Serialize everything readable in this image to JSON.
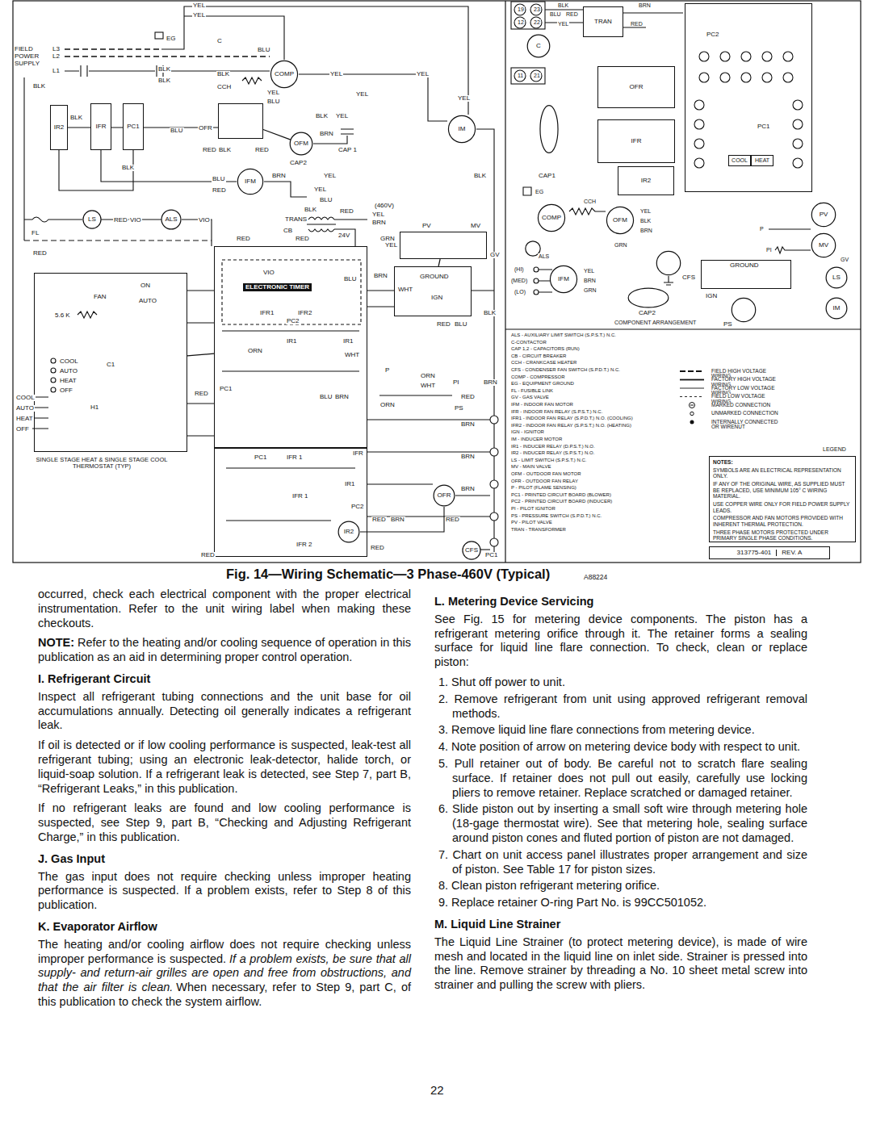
{
  "diagram": {
    "caption": "Fig. 14—Wiring Schematic—3 Phase-460V (Typical)",
    "nodes": [
      {
        "text": [
          "COMP"
        ]
      },
      {
        "text": [
          "IR2"
        ]
      },
      {
        "text": [
          "IFR"
        ]
      },
      {
        "text": [
          "PC1"
        ]
      },
      {
        "text": [
          "OFR"
        ]
      },
      {
        "text": [
          "IM"
        ]
      },
      {
        "text": [
          "OFM"
        ]
      },
      {
        "text": [
          "IFM"
        ]
      },
      {
        "text": [
          "LS"
        ]
      },
      {
        "text": [
          "ALS"
        ]
      },
      {
        "text": [
          "PV",
          "MV",
          "GV"
        ]
      },
      {
        "text": [
          "ELECTRONIC TIMER",
          "IFR1",
          "IFR2",
          "PC2",
          "IR1",
          "IR1",
          "ORN",
          "WHT",
          "PC1"
        ]
      },
      {
        "text": [
          "GROUND",
          "WHT",
          "IGN"
        ]
      },
      {
        "text": [
          "ON",
          "FAN",
          "AUTO",
          "5.6 K",
          "COOL",
          "AUTO",
          "HEAT",
          "OFF",
          "C1",
          "H1",
          "COOL",
          "AUTO",
          "HEAT",
          "OFF"
        ]
      },
      {
        "text": [
          "PC1",
          "IFR 1",
          "IFR",
          "IR1",
          "IFR 1",
          "PC2",
          "IFR 2"
        ]
      },
      {
        "text": [
          "OFR"
        ]
      },
      {
        "text": [
          "IR2"
        ]
      },
      {
        "text": [
          "CFS"
        ]
      },
      {
        "text": [
          "TRAN"
        ]
      },
      {
        "text": [
          "C"
        ]
      },
      {
        "text": [
          "PC2",
          "PC1"
        ]
      },
      {
        "text": [
          "COOL"
        ],
        "in": 20
      },
      {
        "text": [
          "HEAT"
        ],
        "in": 20
      },
      {
        "text": [
          "OFR"
        ]
      },
      {
        "text": [
          "CAP1"
        ]
      },
      {
        "text": [
          "IFR"
        ]
      },
      {
        "text": [
          "IR2"
        ]
      },
      {
        "text": [
          "COMP"
        ]
      },
      {
        "text": [
          "OFM"
        ]
      },
      {
        "text": [
          "PV"
        ]
      },
      {
        "text": [
          "MV"
        ]
      },
      {
        "text": [
          "ALS"
        ]
      },
      {
        "text": [
          "CFS"
        ]
      },
      {
        "text": [
          "GROUND",
          "IGN"
        ]
      },
      {
        "text": [
          "IFM"
        ]
      },
      {
        "text": [
          "LS"
        ]
      },
      {
        "text": [
          "CAP2"
        ]
      },
      {
        "text": [
          "PS"
        ]
      },
      {
        "text": [
          "IM"
        ]
      },
      {
        "text": [
          "NOTES:",
          "SYMBOLS ARE AN ELECTRICAL REPRESENTATION ONLY.",
          "IF ANY OF THE ORIGINAL WIRE, AS SUPPLIED MUST BE REPLACED, USE MINIMUM 105° C WIRING MATERIAL.",
          "USE COPPER WIRE ONLY FOR FIELD POWER SUPPLY LEADS.",
          "COMPRESSOR AND FAN MOTORS PROVIDED WITH INHERENT THERMAL PROTECTION.",
          "THREE PHASE MOTORS PROTECTED UNDER PRIMARY SINGLE PHASE CONDITIONS."
        ]
      },
      {
        "text": [
          "313775-401",
          "REV. A"
        ]
      }
    ],
    "edges": [
      {
        "from": 8,
        "to": 9,
        "arrow": "none"
      },
      {
        "from": 13,
        "to": 11,
        "arrow": "none"
      },
      {
        "from": 10,
        "to": 12,
        "arrow": "none"
      },
      {
        "from": 4,
        "to": 6,
        "arrow": "none"
      }
    ],
    "labels": [
      "FIELD",
      "POWER",
      "SUPPLY",
      "L3",
      "L2",
      "L1",
      "EG",
      "YEL",
      "YEL",
      "C",
      "BLU",
      "BLK",
      "BLK",
      "BLK",
      "BLK",
      "YEL",
      "YEL",
      "CCH",
      "YEL",
      "YEL",
      "YEL",
      "BLU",
      "BLK",
      "BLU",
      "BLK",
      "YEL",
      "BRN",
      "CAP 1",
      "RED",
      "BLK",
      "RED",
      "BLK",
      "CAP2",
      "BLK",
      "BLU",
      "RED",
      "BRN",
      "YEL",
      "YEL",
      "BLU",
      "(460V)",
      "BLK",
      "RED",
      "YEL",
      "BRN",
      "TRANS",
      "CB",
      "24V",
      "RED",
      "VIO",
      "VIO",
      "FL",
      "RED",
      "RED",
      "RED",
      "GRN",
      "YEL",
      "VIO",
      "BLU",
      "BRN",
      "P",
      "ORN",
      "WHT",
      "PI",
      "ORN",
      "PS",
      "RED",
      "BLU",
      "BRN",
      "BRN",
      "RED",
      "BLK",
      "RED",
      "BLU",
      "BRN",
      "BRN",
      "BRN",
      "RED",
      "BRN",
      "RED",
      "RED",
      "RED",
      "SINGLE STAGE HEAT & SINGLE STAGE COOL THERMOSTAT (TYP)",
      "PC1",
      "19",
      "23",
      "12",
      "22",
      "11",
      "21",
      "BLK",
      "BLU",
      "RED",
      "YEL",
      "BRN",
      "RED",
      "EG",
      "CCH",
      "YEL",
      "BLK",
      "BRN",
      "GRN",
      "(HI)",
      "(MED)",
      "(LO)",
      "YEL",
      "BRN",
      "GRN",
      "COMPONENT ARRANGEMENT",
      "P",
      "PI",
      "GV",
      "ALS - AUXILIARY LIMIT SWITCH (S.P.S.T.) N.C.",
      "C-CONTACTOR",
      "CAP 1,2 - CAPACITORS (RUN)",
      "CB - CIRCUIT BREAKER",
      "CCH - CRANKCASE HEATER",
      "CFS - CONDENSER FAN SWITCH (S.P.D.T.) N.C.",
      "COMP - COMPRESSOR",
      "EG - EQUIPMENT GROUND",
      "FL - FUSIBLE LINK",
      "GV - GAS VALVE",
      "IFM - INDOOR FAN MOTOR",
      "IFR - INDOOR FAN RELAY (S.P.S.T.) N.C.",
      "IFR1 - INDOOR FAN RELAY (S.P.D.T.) N.O. (COOLING)",
      "IFR2 - INDOOR FAN RELAY (S.P.S.T.) N.O. (HEATING)",
      "IGN - IGNITOR",
      "IM - INDUCER MOTOR",
      "IR1 - INDUCER RELAY (D.P.S.T.) N.O.",
      "IR2 - INDUCER RELAY (S.P.S.T.) N.O.",
      "LS - LIMIT SWITCH (S.P.S.T.) N.C.",
      "MV - MAIN VALVE",
      "OFM - OUTDOOR FAN MOTOR",
      "OFR - OUTDOOR FAN RELAY",
      "P - PILOT (FLAME SENSING)",
      "PC1 - PRINTED CIRCUIT BOARD (BLOWER)",
      "PC2 - PRINTED CIRCUIT BOARD (INDUCER)",
      "PI - PILOT IGNITOR",
      "PS - PRESSURE SWITCH (S.P.D.T.) N.C.",
      "PV - PILOT VALVE",
      "TRAN - TRANSFORMER",
      "LEGEND",
      "A88224",
      "occurred, check each electrical component with the proper electrical instrumentation. Refer to the unit wiring label when making these checkouts.",
      "NOTE:",
      "Refer to the heating and/or cooling sequence of operation in this publication as an aid in determining proper control operation.",
      "I. Refrigerant Circuit",
      "Inspect all refrigerant tubing connections and the unit base for oil accumulations annually. Detecting oil generally indicates a refrigerant leak.",
      "If oil is detected or if low cooling performance is suspected, leak-test all refrigerant tubing; using an electronic leak-detector, halide torch, or liquid-soap solution. If a refrigerant leak is detected, see Step 7, part B, “Refrigerant Leaks,” in this publication.",
      "If no refrigerant leaks are found and low cooling performance is suspected, see Step 9, part B, “Checking and Adjusting Refrigerant Charge,” in this publication.",
      "J. Gas Input",
      "The gas input does not require checking unless improper heating performance is suspected. If a problem exists, refer to Step 8 of this publication.",
      "K. Evaporator Airflow",
      "The heating and/or cooling airflow does not require checking unless improper performance is suspected.",
      "If a problem exists, be sure that all supply- and return-air grilles are open and free from obstructions, and that the air filter is clean.",
      "When necessary, refer to Step 9, part C, of this publication to check the system airflow.",
      "L. Metering Device Servicing",
      "See Fig. 15 for metering device components. The piston has a refrigerant metering orifice through it. The retainer forms a sealing surface for liquid line flare connection. To check, clean or replace piston:",
      "1. Shut off power to unit.",
      "2. Remove refrigerant from unit using approved refrigerant removal methods.",
      "3. Remove liquid line flare connections from metering device.",
      "4. Note position of arrow on metering device body with respect to unit.",
      "5. Pull retainer out of body. Be careful not to scratch flare sealing surface. If retainer does not pull out easily, carefully use locking pliers to remove retainer. Replace scratched or damaged retainer.",
      "6. Slide piston out by inserting a small soft wire through metering hole (18-gage thermostat wire). See that metering hole, sealing surface around piston cones and fluted portion of piston are not damaged.",
      "7. Chart on unit access panel illustrates proper arrangement and size of piston. See Table 17 for piston sizes.",
      "8. Clean piston refrigerant metering orifice.",
      "9. Replace retainer O-ring Part No. is 99CC501052.",
      "M. Liquid Line Strainer",
      "The Liquid Line Strainer (to protect metering device), is made of wire mesh and located in the liquid line on inlet side. Strainer is pressed into the line. Remove strainer by threading a No. 10 sheet metal screw into strainer and pulling the screw with pliers.",
      "22"
    ],
    "legend": [
      {
        "text": "FIELD HIGH VOLTAGE WIRING"
      },
      {
        "text": "FACTORY HIGH VOLTAGE WIRING"
      },
      {
        "text": "FACTORY LOW VOLTAGE WIRING"
      },
      {
        "text": "FIELD LOW VOLTAGE WIRING"
      },
      {
        "text": "MARKED CONNECTION"
      },
      {
        "text": "UNMARKED CONNECTION"
      },
      {
        "text": "INTERNALLY CONNECTED OR WIRENUT"
      }
    ]
  }
}
